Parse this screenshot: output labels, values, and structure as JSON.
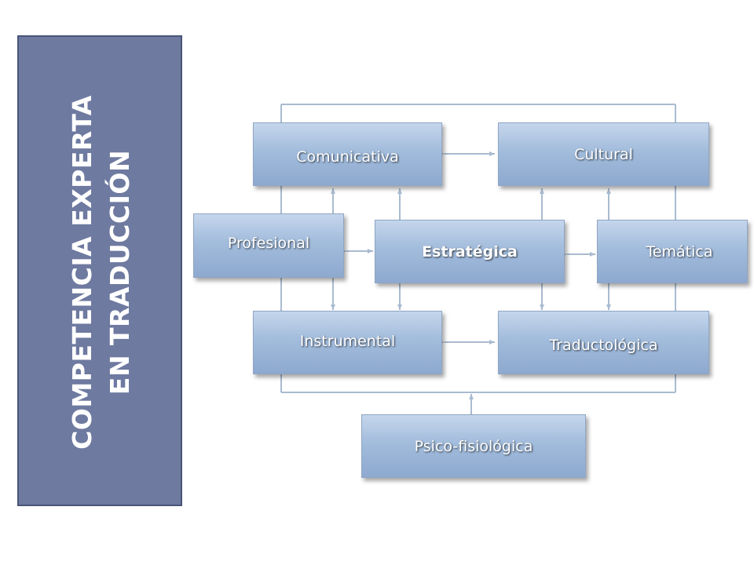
{
  "title_lines": [
    "COMPETENCIA EXPERTA",
    "EN TRADUCCIÓN"
  ],
  "nodes": {
    "comunicativa": "Comunicativa",
    "cultural": "Cultural",
    "profesional": "Profesional",
    "estrategica": "Estratégica",
    "tematica": "Temática",
    "instrumental": "Instrumental",
    "traductologica": "Traductológica",
    "psicofisiologica": "Psico-fisiológica"
  },
  "colors": {
    "title_panel": "#6e7aa0",
    "box_fill": "#9fb8da",
    "connector": "#a9bbd0"
  }
}
